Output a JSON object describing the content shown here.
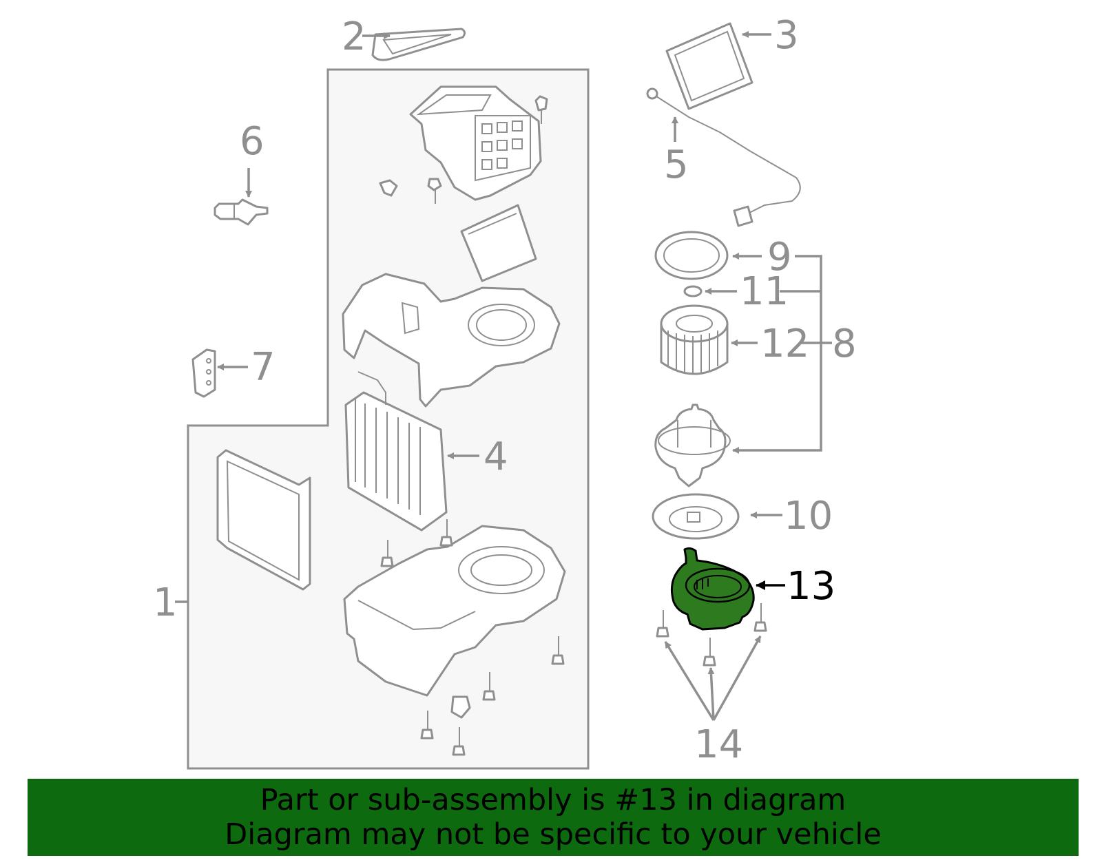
{
  "callouts": {
    "c1": "1",
    "c2": "2",
    "c3": "3",
    "c4": "4",
    "c5": "5",
    "c6": "6",
    "c7": "7",
    "c8": "8",
    "c9": "9",
    "c10": "10",
    "c11": "11",
    "c12": "12",
    "c13": "13",
    "c14": "14"
  },
  "highlighted_part": "13",
  "colors": {
    "banner": "#0e6a0e",
    "highlight_fill": "#2d7a1f",
    "line_art": "#8f8f8f",
    "assembly_box": "#f7f7f7"
  },
  "banner": {
    "line1": "Part or sub-assembly is #13 in diagram",
    "line2": "Diagram may not be specific to your vehicle"
  }
}
